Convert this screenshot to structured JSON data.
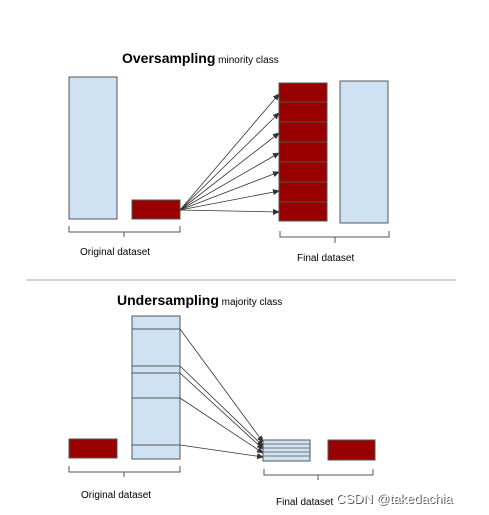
{
  "oversampling": {
    "title_bold": "Oversampling",
    "title_rest": " minority class",
    "original_label": "Original dataset",
    "final_label": "Final dataset"
  },
  "undersampling": {
    "title_bold": "Undersampling",
    "title_rest": " majority class",
    "original_label": "Original dataset",
    "final_label": "Final dataset"
  },
  "watermark": "CSDN @takedachia",
  "colors": {
    "majority_fill": "#cfe2f3",
    "minority_fill": "#990000",
    "stroke": "#555555",
    "divider": "#aaaaaa"
  }
}
